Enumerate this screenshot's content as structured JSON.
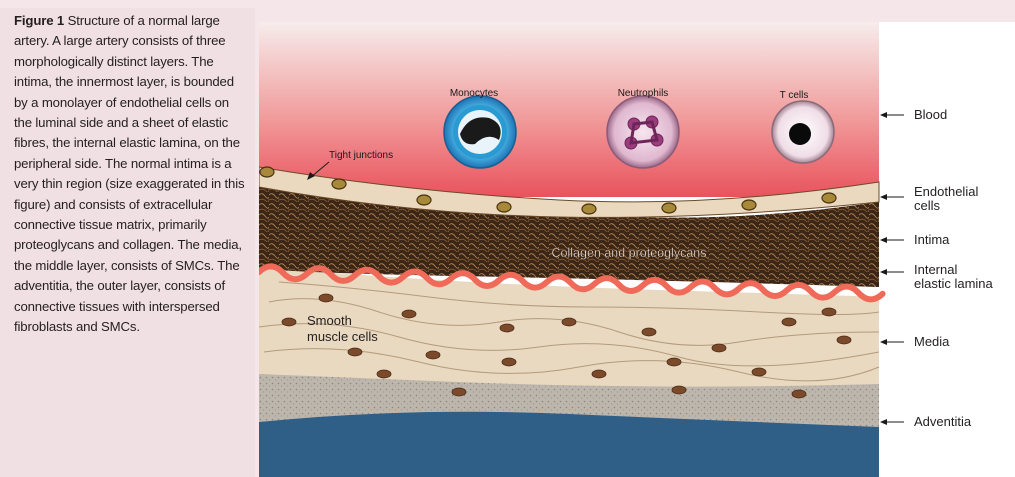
{
  "caption": {
    "figure_label": "Figure 1",
    "text": "Structure of a normal large artery. A large artery consists of three morphologically distinct layers. The intima, the innermost layer, is bounded by a monolayer of endothelial cells on the luminal side and a sheet of elastic fibres, the internal elastic lamina, on the peripheral side. The normal intima is a very thin region (size exaggerated in this figure) and consists of extracellular connective tissue matrix, primarily proteoglycans and collagen. The media, the middle layer, consists of SMCs. The adventitia, the outer layer, consists of connective tissues with interspersed fibroblasts and SMCs."
  },
  "cells": {
    "monocytes": "Monocytes",
    "neutrophils": "Neutrophils",
    "t_cells": "T cells"
  },
  "labels": {
    "tight_junctions": "Tight junctions",
    "collagen": "Collagen and proteoglycans",
    "smooth_muscle_line1": "Smooth",
    "smooth_muscle_line2": "muscle cells"
  },
  "layers": {
    "blood": "Blood",
    "endothelial_line1": "Endothelial",
    "endothelial_line2": "cells",
    "intima": "Intima",
    "iel_line1": "Internal",
    "iel_line2": "elastic lamina",
    "media": "Media",
    "adventitia": "Adventitia"
  },
  "colors": {
    "blood_top": "#f6e4e4",
    "blood_bottom": "#e8505a",
    "intima": "#3a2616",
    "elastic_lamina": "#f06a5a",
    "media": "#e7d6bd",
    "adventitia": "#b9b2aa",
    "vessel_wall": "#2f5f86"
  }
}
